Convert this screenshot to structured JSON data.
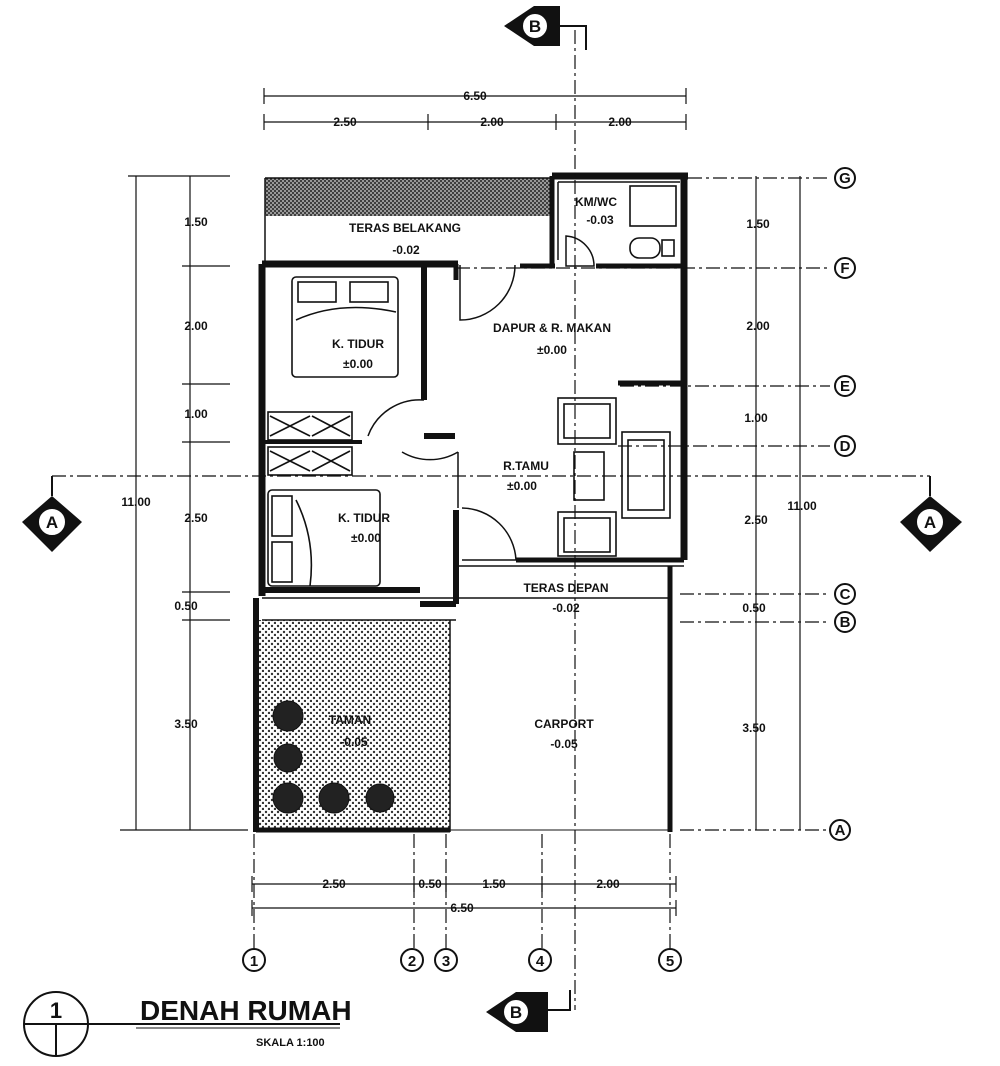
{
  "rooms": {
    "teras_belakang": {
      "name": "TERAS BELAKANG",
      "level": "-0.02"
    },
    "kmwc": {
      "name": "KM/WC",
      "level": "-0.03"
    },
    "tidur1": {
      "name": "K. TIDUR",
      "level": "±0.00"
    },
    "dapur": {
      "name": "DAPUR & R. MAKAN",
      "level": "±0.00"
    },
    "tamu": {
      "name": "R.TAMU",
      "level": "±0.00"
    },
    "tidur2": {
      "name": "K. TIDUR",
      "level": "±0.00"
    },
    "teras_depan": {
      "name": "TERAS DEPAN",
      "level": "-0.02"
    },
    "taman": {
      "name": "TAMAN",
      "level": "-0.05"
    },
    "carport": {
      "name": "CARPORT",
      "level": "-0.05"
    }
  },
  "dims": {
    "top_total": "6.50",
    "top_segments": [
      "2.50",
      "2.00",
      "2.00"
    ],
    "bottom_segments": [
      "2.50",
      "0.50",
      "1.50",
      "2.00"
    ],
    "bottom_total": "6.50",
    "left_segments": [
      "1.50",
      "2.00",
      "1.00",
      "2.50",
      "0.50",
      "3.50"
    ],
    "left_total": "11.00",
    "right_segments": [
      "1.50",
      "2.00",
      "1.00",
      "2.50",
      "0.50",
      "3.50"
    ],
    "right_total": "11.00"
  },
  "grid_rows": [
    "G",
    "F",
    "E",
    "D",
    "C",
    "B",
    "A"
  ],
  "grid_cols": [
    "1",
    "2",
    "3",
    "4",
    "5"
  ],
  "sections": {
    "a": "A",
    "b": "B"
  },
  "title": {
    "number": "1",
    "name": "DENAH RUMAH",
    "scale": "SKALA 1:100"
  }
}
